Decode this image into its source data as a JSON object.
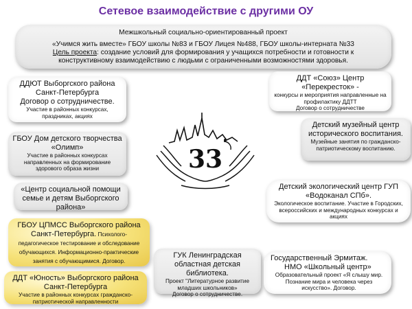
{
  "title": "Сетевое взаимодействие с другими ОУ",
  "top": {
    "line1": "Межшкольный социально-ориентированный  проект",
    "line2": "«Учимся жить вместе»  ГБОУ школы №83 и ГБОУ Лицея №488, ГБОУ школы-интерната №33",
    "goal_label": "Цель проекта",
    "goal_text": ": создание условий для формирования у учащихся потребности и готовности к конструктивному взаимодействию с людьми с ограниченными возможностями здоровья."
  },
  "ddut": {
    "title": "ДДЮТ Выборгского района Санкт-Петербурга",
    "subtitle": "Договор о сотрудничестве.",
    "desc": "Участие в районных конкурсах, праздниках, акциях"
  },
  "olimp": {
    "title": "ГБОУ Дом детского творчества «Олимп»",
    "desc": "Участие в районных конкурсах направленных на формирование здорового образа жизни"
  },
  "center": {
    "title": "«Центр социальной помощи семье и детям Выборгского района»"
  },
  "gbou": {
    "title": "ГБОУ ЦПМСС Выборгского района Санкт-Петербурга.",
    "desc": " Психолого-педагогическое тестирование и обследование обучающихся. Информационно-практические занятия с обучающимися. Договор."
  },
  "yunost": {
    "title": "ДДТ «Юность» Выборгского района Санкт-Петербурга",
    "desc": "Участие в районных конкурсах гражданско-патриотической направленности"
  },
  "library": {
    "title": "ГУК Ленинградская областная детская библиотека.",
    "desc1": "Проект \"Литературное развитие младших школьников»",
    "desc2": "Договор о сотрудничестве."
  },
  "hermitage": {
    "title1": "Государственный Эрмитаж.",
    "title2": "НМО «Школьный центр»",
    "desc": "Образовательный проект «Я слышу мир. Познание мира и человека через искусство». Договор."
  },
  "vodokanal": {
    "title": "Детский экологический центр ГУП «Водоканал СПб».",
    "desc": " Экологическое воспитание. Участие в Городских, всероссийских и международных конкурсах и акциях"
  },
  "museum": {
    "title": "Детский музейный центр исторического воспитания.",
    "desc": "Музейные занятия по гражданско-патриотическому воспитанию."
  },
  "souz": {
    "title": "ДДТ «Союз»  Центр «Перекресток» -",
    "desc1": "конкурсы и мероприятия  направленные на профилактику ДДТТ",
    "desc2": "Договор о сотрудничестве"
  },
  "emblem": {
    "number": "33",
    "icon": "hands-city-emblem-icon"
  }
}
